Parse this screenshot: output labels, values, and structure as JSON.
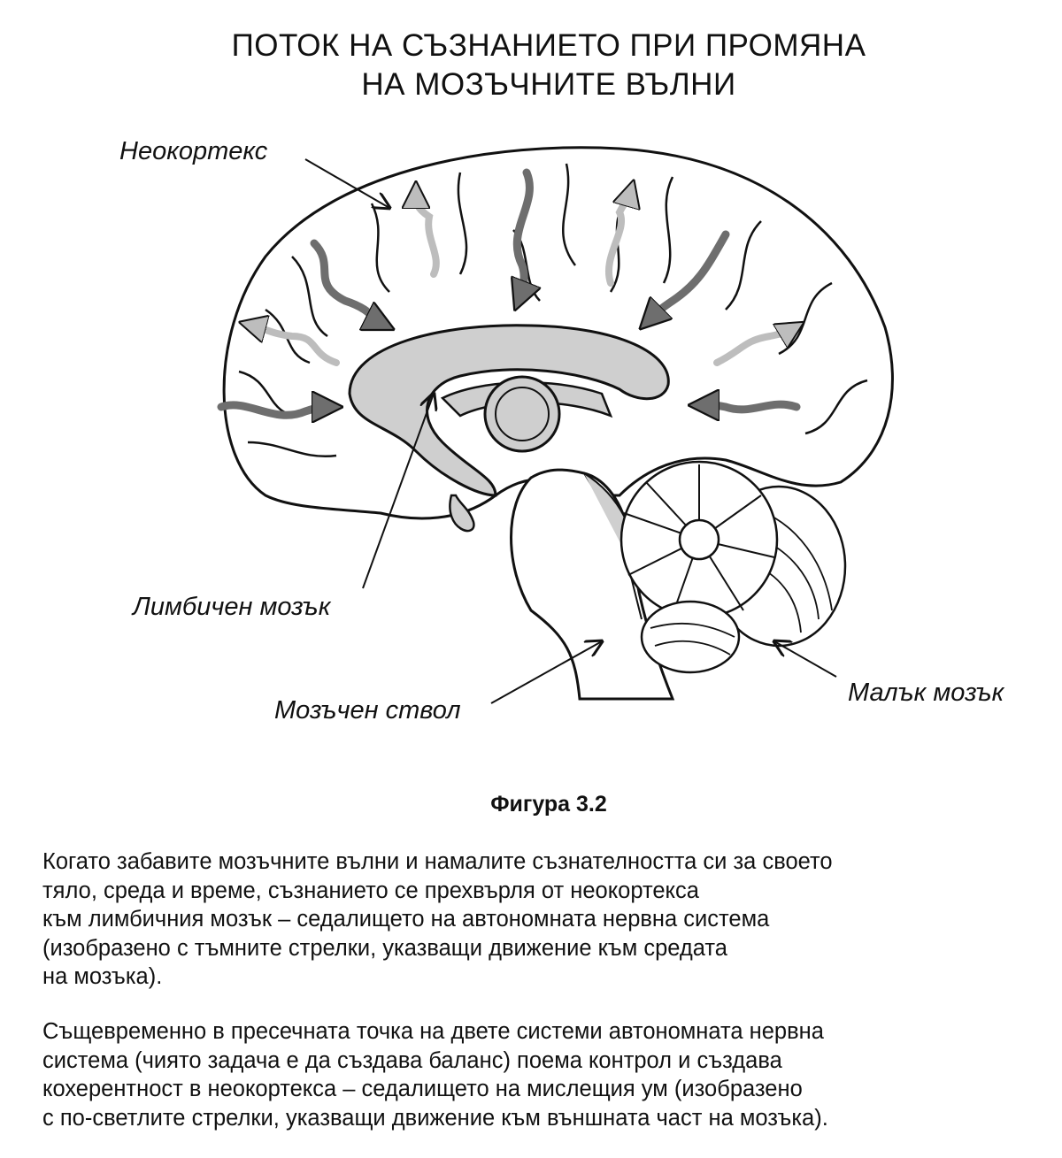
{
  "title": {
    "line1": "ПОТОК НА СЪЗНАНИЕТО ПРИ ПРОМЯНА",
    "line2": "НА МОЗЪЧНИТЕ ВЪЛНИ"
  },
  "labels": {
    "neocortex": "Неокортекс",
    "limbic": "Лимбичен мозък",
    "brainstem": "Мозъчен ствол",
    "cerebellum": "Малък мозък"
  },
  "caption": "Фигура 3.2",
  "paragraph1": [
    "Когато забавите мозъчните вълни и намалите съзнателността си за своето",
    "тяло, среда и време, съзнанието се прехвърля от неокортекса",
    "към лимбичния мозък – седалището на автономната нервна система",
    "(изобразено с тъмните стрелки, указващи движение към средата",
    "на мозъка)."
  ],
  "paragraph2": [
    "Същевременно в пресечната точка на двете системи автономната нервна",
    "система (чиято задача е да създава баланс) поема контрол и създава",
    "кохерентност в неокортекса – седалището на мислещия ум (изобразено",
    "с по-светлите стрелки, указващи движение към външната част на мозъка)."
  ],
  "colors": {
    "dark_arrow": "#6e6e6e",
    "light_arrow": "#bdbdbd",
    "limbic_fill": "#cfcfcf"
  }
}
